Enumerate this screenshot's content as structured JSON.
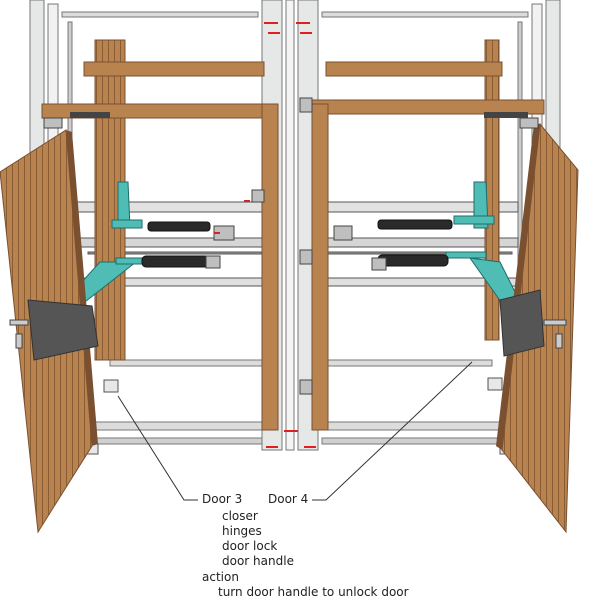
{
  "callouts": {
    "door3": "Door 3",
    "door4": "Door 4"
  },
  "parts": {
    "closer": "closer",
    "hinges": "hinges",
    "door_lock": "door lock",
    "door_handle": "door handle"
  },
  "action": {
    "label": "action",
    "step": "turn door handle to unlock door"
  },
  "colors": {
    "wood": "#b8834f",
    "wood_dark": "#7a5030",
    "steel": "#d8dcdc",
    "closer_arm": "#4fbdb5",
    "latch_red": "#e02020"
  }
}
